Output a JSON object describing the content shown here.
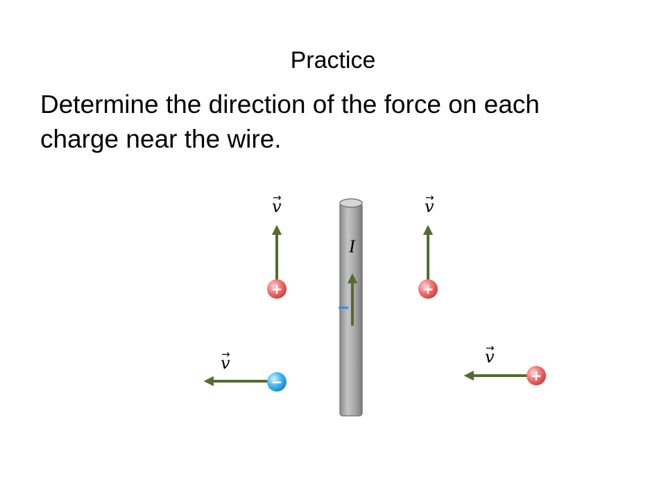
{
  "slide": {
    "title": "Practice",
    "body": "Determine the direction of the force on each charge near the wire."
  },
  "wire": {
    "current_label": "I",
    "current_direction": "up",
    "fill_color": "#a9a9a9"
  },
  "charges": [
    {
      "sign_symbol": "+",
      "charge": "positive",
      "velocity_label": "v",
      "velocity_direction": "up",
      "side": "left"
    },
    {
      "sign_symbol": "+",
      "charge": "positive",
      "velocity_label": "v",
      "velocity_direction": "up",
      "side": "right"
    },
    {
      "sign_symbol": "−",
      "charge": "negative",
      "velocity_label": "v",
      "velocity_direction": "left",
      "side": "left"
    },
    {
      "sign_symbol": "+",
      "charge": "positive",
      "velocity_label": "v",
      "velocity_direction": "left",
      "side": "right"
    }
  ],
  "colors": {
    "arrow": "#556b2f",
    "positive_charge": "#e85a5a",
    "negative_charge": "#2aa6e6",
    "wire_marker": "#1e90ff"
  }
}
